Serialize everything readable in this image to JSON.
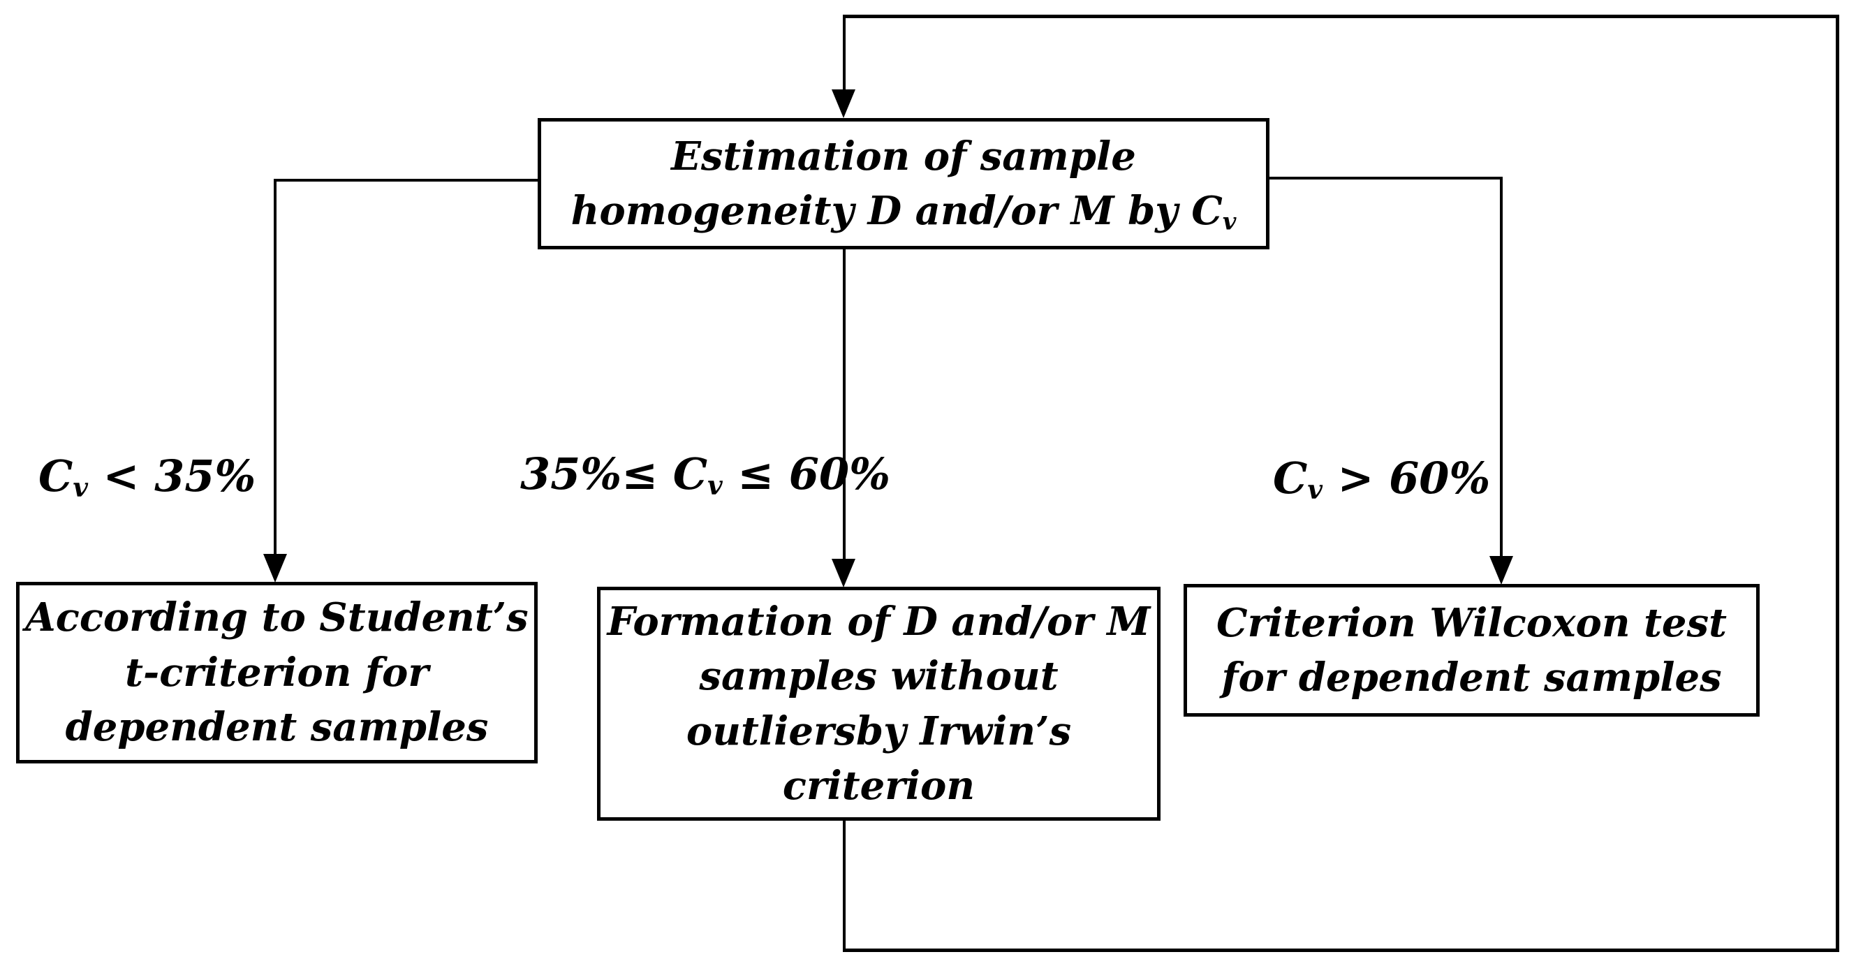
{
  "diagram": {
    "type": "flowchart",
    "colors": {
      "background": "#ffffff",
      "line": "#000000",
      "text": "#000000"
    },
    "nodes": {
      "estimation": {
        "line1": "Estimation of sample",
        "line2_pre": "homogeneity D and/or M by C",
        "line2_sub": "v"
      },
      "student": {
        "line1": "According to Student’s",
        "line2": "t-criterion for",
        "line3": "dependent samples"
      },
      "irwin": {
        "line1": "Formation of D and/or M",
        "line2": "samples without",
        "line3": "outliersby Irwin’s",
        "line4": "criterion"
      },
      "wilcoxon": {
        "line1": "Criterion Wilcoxon test",
        "line2": "for dependent samples"
      }
    },
    "edge_labels": {
      "left": {
        "pre": "C",
        "sub": "v",
        "post": " < 35%"
      },
      "middle": {
        "pre": "35%≤ C",
        "sub": "v",
        "post": " ≤ 60%"
      },
      "right": {
        "pre": "C",
        "sub": "v",
        "post": " > 60%"
      }
    },
    "edges": [
      {
        "from": "estimation",
        "to": "student",
        "label": "Cv < 35%"
      },
      {
        "from": "estimation",
        "to": "irwin",
        "label": "35%≤ Cv ≤ 60%"
      },
      {
        "from": "estimation",
        "to": "wilcoxon",
        "label": "Cv > 60%"
      },
      {
        "from": "irwin",
        "to": "estimation",
        "label": ""
      }
    ]
  }
}
